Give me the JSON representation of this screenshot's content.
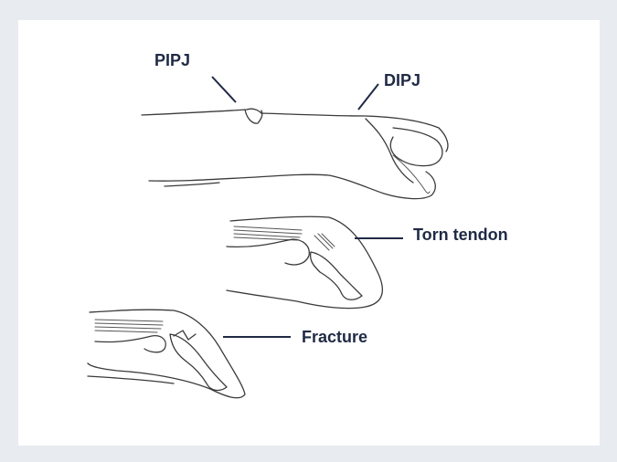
{
  "labels": {
    "pipj": "PIPJ",
    "dipj": "DIPJ",
    "torn_tendon": "Torn tendon",
    "fracture": "Fracture"
  },
  "colors": {
    "background": "#e8ebf0",
    "panel": "#ffffff",
    "label_text": "#1f2a44",
    "sketch_line": "#3a3a3a"
  }
}
